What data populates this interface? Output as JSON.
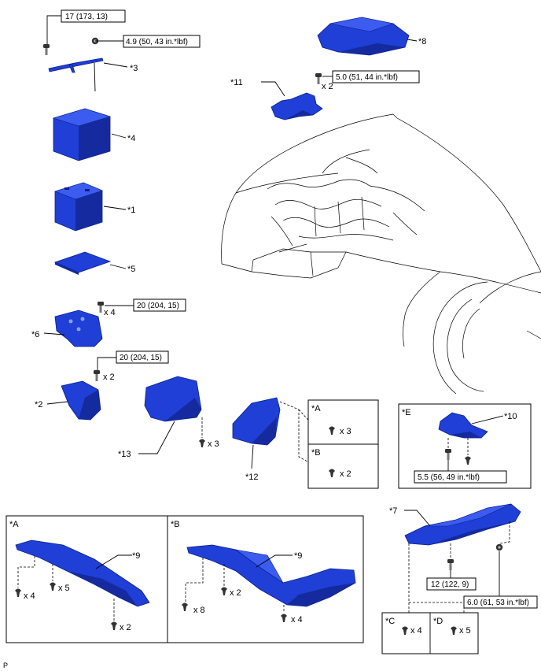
{
  "labels": {
    "p1": "*1",
    "p2": "*2",
    "p3": "*3",
    "p4": "*4",
    "p5": "*5",
    "p6": "*6",
    "p7": "*7",
    "p8": "*8",
    "p9a": "*9",
    "p9b": "*9",
    "p10": "*10",
    "p11": "*11",
    "p12": "*12",
    "p13": "*13",
    "boxA": "*A",
    "boxB": "*B",
    "boxC": "*C",
    "boxD": "*D",
    "boxE": "*E",
    "detailA": "*A",
    "detailB": "*B",
    "footer": "P"
  },
  "torques": {
    "t17": "17 (173, 13)",
    "t49": "4.9 (50, 43 in.*lbf)",
    "t50": "5.0 (51, 44 in.*lbf)",
    "t20a": "20 (204, 15)",
    "t20b": "20 (204, 15)",
    "t55": "5.5 (56, 49 in.*lbf)",
    "t12": "12 (122, 9)",
    "t60": "6.0 (61, 53 in.*lbf)"
  },
  "quantities": {
    "q11": "x 2",
    "q6": "x 4",
    "q2": "x 2",
    "q13": "x 3",
    "qA": "x 3",
    "qB": "x 2",
    "qA4": "x 4",
    "qA5": "x 5",
    "qA2": "x 2",
    "qB8": "x 8",
    "qB2": "x 2",
    "qB4": "x 4",
    "qC": "x 4",
    "qD": "x 5"
  },
  "colors": {
    "part": "#1f3fd6",
    "outline": "#000000"
  }
}
